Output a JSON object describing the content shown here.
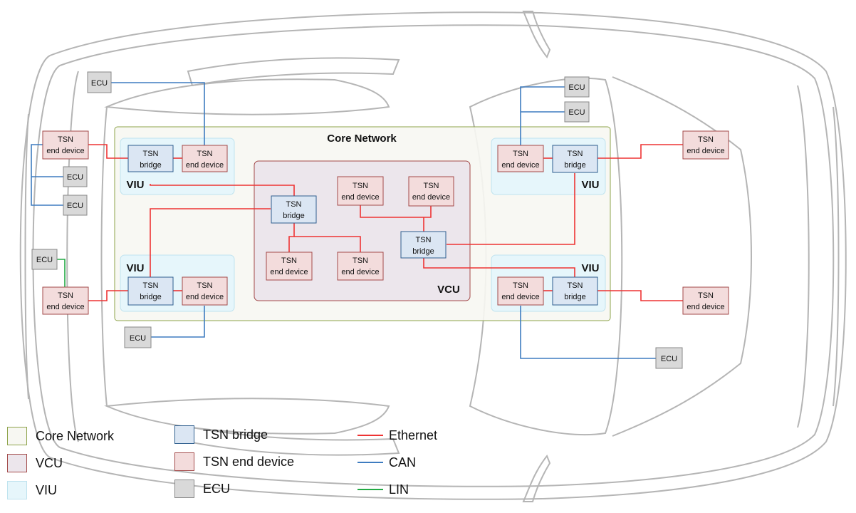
{
  "title": "Core Network",
  "region_labels": {
    "viu_top_left": "VIU",
    "viu_bottom_left": "VIU",
    "viu_top_right": "VIU",
    "viu_bottom_right": "VIU",
    "vcu": "VCU"
  },
  "node_text": {
    "tsn_line1": "TSN",
    "bridge_line2": "bridge",
    "end_device_line2": "end device",
    "ecu": "ECU"
  },
  "legend": {
    "core_network": "Core Network",
    "vcu": "VCU",
    "viu": "VIU",
    "tsn_bridge": "TSN bridge",
    "tsn_end_device": "TSN end device",
    "ecu": "ECU",
    "ethernet": "Ethernet",
    "can": "CAN",
    "lin": "LIN"
  },
  "colors": {
    "core_fill": "#f7f7f2",
    "core_border": "#8ea34a",
    "vcu_fill": "#ece6ec",
    "vcu_border": "#a34a4a",
    "viu_fill": "#e6f6fb",
    "viu_border": "#bfe3ef",
    "bridge_fill": "#dbe6f3",
    "bridge_border": "#2f5f8f",
    "end_fill": "#f3dcdc",
    "end_border": "#a34a4a",
    "ecu_fill": "#d9d9d9",
    "ecu_border": "#888888",
    "ethernet": "#ee3333",
    "can": "#3e7cc0",
    "lin": "#22aa44",
    "car_outline": "#b5b5b5"
  }
}
